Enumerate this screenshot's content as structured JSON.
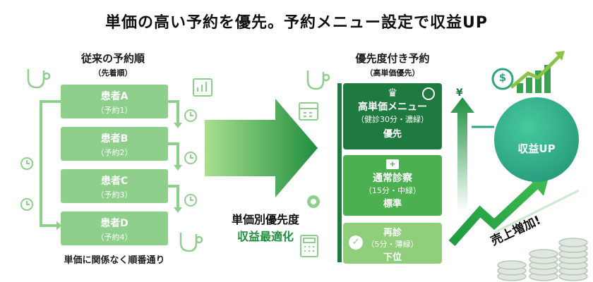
{
  "title": "単価の高い予約を優先。予約メニュー設定で収益UP",
  "left": {
    "heading": "従来の予約順",
    "subheading": "（先着順）",
    "patients": [
      {
        "name": "患者A",
        "note": "（予約1）"
      },
      {
        "name": "患者B",
        "note": "（予約2）"
      },
      {
        "name": "患者C",
        "note": "（予約3）"
      },
      {
        "name": "患者D",
        "note": "（予約4）"
      }
    ],
    "footer": "単価に関係なく順番通り"
  },
  "middle": {
    "line1": "単価別優先度",
    "line2": "収益最適化"
  },
  "right": {
    "heading": "優先度付き予約",
    "subheading": "（高単価優先）",
    "tiers": [
      {
        "title": "高単価メニュー",
        "detail": "（健診30分・濃緑）",
        "rank": "優先",
        "color": "#1f7a3f"
      },
      {
        "title": "通常診察",
        "detail": "（15分・中緑）",
        "rank": "標準",
        "color": "#4caf50"
      },
      {
        "title": "再診",
        "detail": "（5分・薄緑）",
        "rank": "下位",
        "color": "#8fcf7c"
      }
    ]
  },
  "result": {
    "circle_label": "収益UP",
    "sales_label": "売上増加!",
    "yen": "¥",
    "dollar": "$"
  },
  "colors": {
    "box_light": "#8fcf8c",
    "arrow_dark": "#1f8f3f",
    "arrow_light": "#a8df8e",
    "accent_teal": "#2aa57f"
  }
}
